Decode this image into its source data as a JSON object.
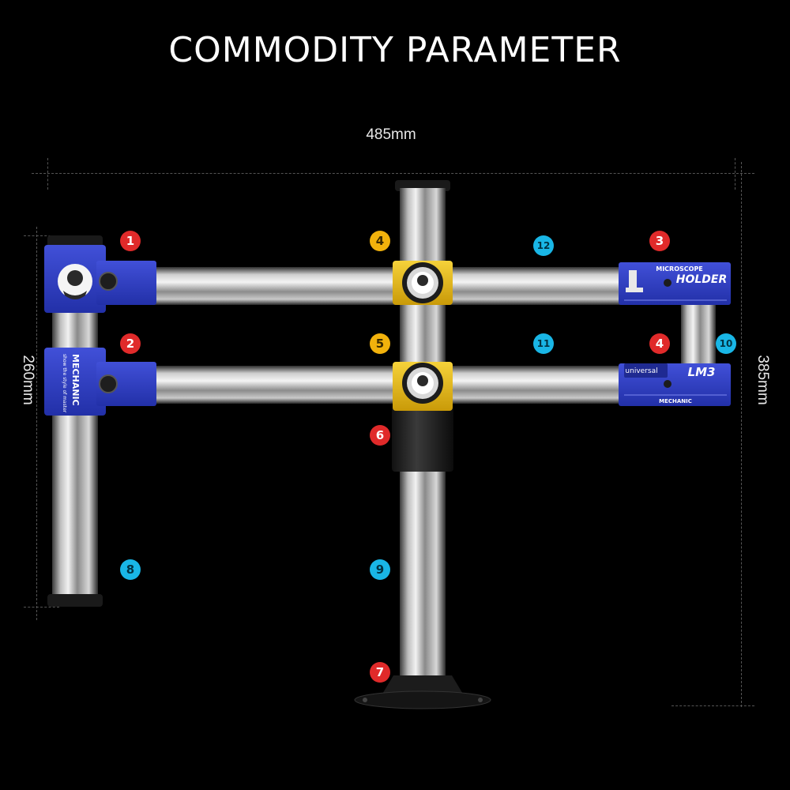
{
  "title": "COMMODITY PARAMETER",
  "dimensions": {
    "width": "485mm",
    "left_height": "260mm",
    "right_height": "385mm"
  },
  "badges": [
    {
      "id": "b1",
      "label": "1",
      "color": "red"
    },
    {
      "id": "b2",
      "label": "2",
      "color": "red"
    },
    {
      "id": "b3",
      "label": "3",
      "color": "red"
    },
    {
      "id": "b4a",
      "label": "4",
      "color": "yellow"
    },
    {
      "id": "b4b",
      "label": "4",
      "color": "red"
    },
    {
      "id": "b5",
      "label": "5",
      "color": "yellow"
    },
    {
      "id": "b6",
      "label": "6",
      "color": "red"
    },
    {
      "id": "b7",
      "label": "7",
      "color": "red"
    },
    {
      "id": "b8",
      "label": "8",
      "color": "cyan"
    },
    {
      "id": "b9",
      "label": "9",
      "color": "cyan"
    },
    {
      "id": "b10",
      "label": "10",
      "color": "cyan"
    },
    {
      "id": "b11",
      "label": "11",
      "color": "cyan"
    },
    {
      "id": "b12",
      "label": "12",
      "color": "cyan"
    }
  ],
  "product_labels": {
    "microscope": "MICROSCOPE",
    "holder": "HOLDER",
    "universal": "universal",
    "lm3": "LM3",
    "mechanic_bottom": "MECHANIC",
    "mechanic_side": "MECHANIC",
    "tagline": "show the style of master"
  },
  "colors": {
    "background": "#000000",
    "clamp_blue": "#2f3fc0",
    "clamp_yellow": "#f2c21a",
    "badge_red": "#e02a2a",
    "badge_yellow": "#f2b20c",
    "badge_cyan": "#19b6e6"
  }
}
